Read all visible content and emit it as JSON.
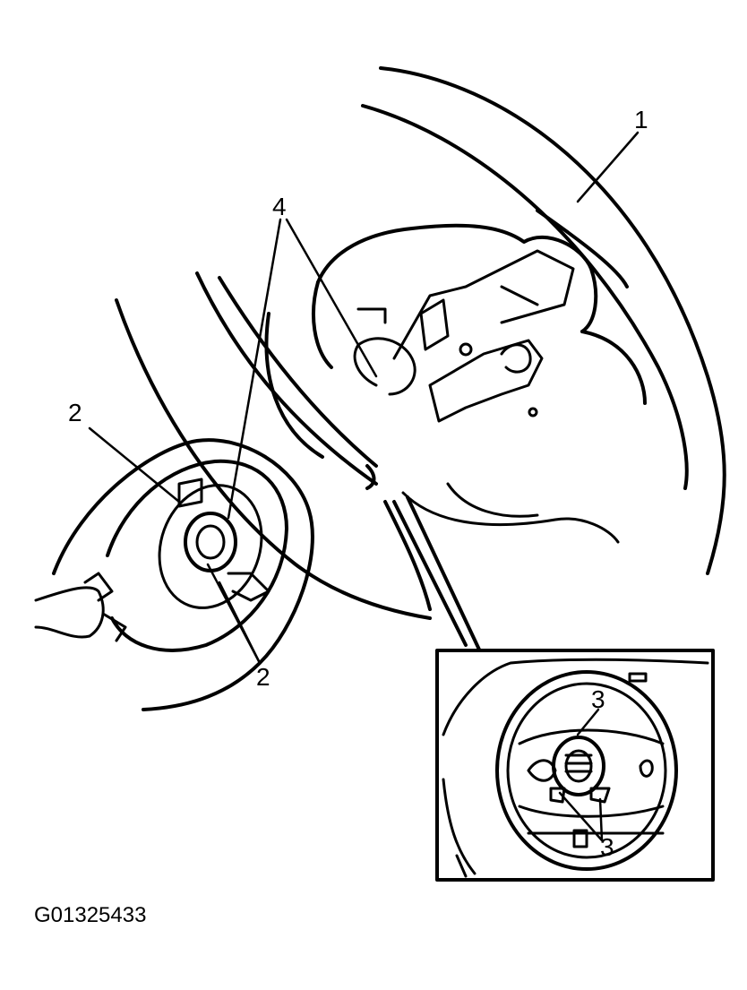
{
  "callouts": {
    "c1": "1",
    "c2_top": "2",
    "c2_bottom": "2",
    "c3_top": "3",
    "c3_bottom": "3",
    "c4": "4"
  },
  "figure_id": "G01325433",
  "icons": [
    "steering-wheel",
    "steering-column",
    "airbag-module",
    "spiral-cable",
    "detail-inset"
  ]
}
